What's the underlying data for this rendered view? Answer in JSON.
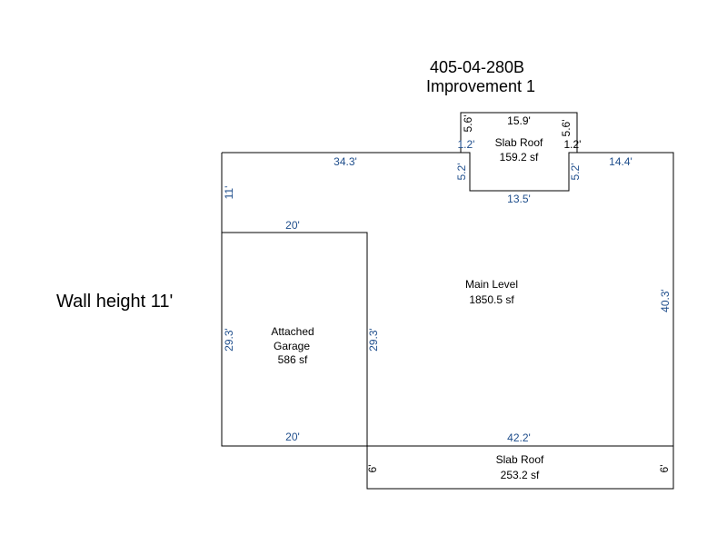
{
  "header": {
    "parcel_id": "405-04-280B",
    "improvement": "Improvement 1"
  },
  "wall_height": "Wall height 11'",
  "colors": {
    "line": "#000000",
    "dimension": "#1f4e8c",
    "label": "#000000"
  },
  "areas": {
    "main_level": {
      "name": "Main Level",
      "area": "1850.5 sf"
    },
    "garage": {
      "name_line1": "Attached",
      "name_line2": "Garage",
      "area": "586 sf"
    },
    "slab_roof_top": {
      "name": "Slab Roof",
      "area": "159.2 sf"
    },
    "slab_roof_bottom": {
      "name": "Slab Roof",
      "area": "253.2 sf"
    }
  },
  "dimensions": {
    "main_top_left": "34.3'",
    "main_top_right": "14.4'",
    "main_left_upper": "11'",
    "main_right": "40.3'",
    "main_bottom": "42.2'",
    "garage_top": "20'",
    "garage_bottom": "20'",
    "garage_left": "29.3'",
    "garage_right": "29.3'",
    "slab_top_width": "15.9'",
    "slab_top_left_side": "5.6'",
    "slab_top_right_side": "5.6'",
    "slab_top_left_step": "1.2'",
    "slab_top_right_step": "1.2'",
    "slab_top_left_lower": "5.2'",
    "slab_top_right_lower": "5.2'",
    "slab_top_bottom": "13.5'",
    "slab_bottom_left": "6'",
    "slab_bottom_right": "6'"
  }
}
